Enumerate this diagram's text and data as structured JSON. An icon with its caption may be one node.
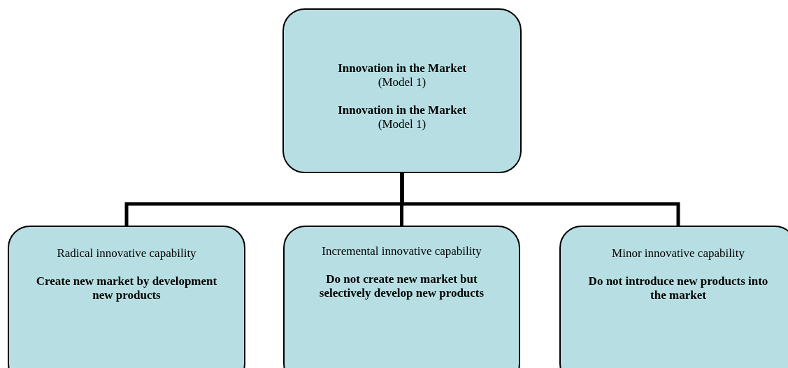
{
  "diagram": {
    "nodes": [
      {
        "text": [
          "Innovation in the Market",
          "(Model 1)",
          "Innovation in the Market",
          "(Model 1)"
        ]
      },
      {
        "text": [
          "Radical innovative capability",
          "Create new market by development new products"
        ]
      },
      {
        "text": [
          "Incremental innovative capability",
          "Do not create new market but selectively develop new products"
        ]
      },
      {
        "text": [
          "Minor innovative capability",
          "Do not introduce new products into the market"
        ]
      }
    ],
    "edges": [
      {
        "from": 0,
        "to": 1,
        "arrow": "none"
      },
      {
        "from": 0,
        "to": 2,
        "arrow": "none"
      },
      {
        "from": 0,
        "to": 3,
        "arrow": "none"
      }
    ]
  }
}
